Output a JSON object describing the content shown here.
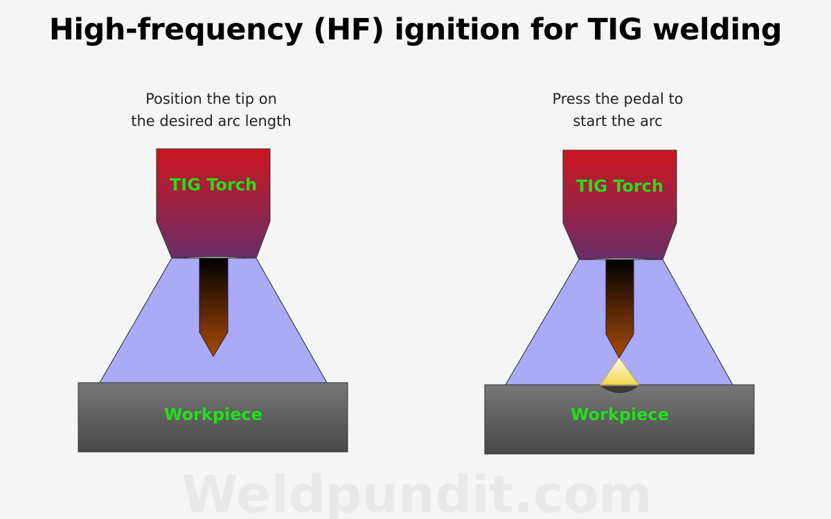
{
  "title": "High-frequency (HF) ignition for TIG welding",
  "steps": [
    {
      "caption_line1": "Position the tip on",
      "caption_line2": "the desired arc length",
      "torch_label": "TIG Torch",
      "workpiece_label": "Workpiece"
    },
    {
      "caption_line1": "Press the pedal to",
      "caption_line2": "start the arc",
      "torch_label": "TIG Torch",
      "workpiece_label": "Workpiece"
    }
  ],
  "watermark": "Weldpundit.com",
  "colors": {
    "torch_top": "#cc1520",
    "torch_bottom": "#6a2e66",
    "gas_shield": "#aaaaf8",
    "electrode_top": "#000000",
    "electrode_bottom": "#a84a08",
    "workpiece_top": "#707070",
    "workpiece_bottom": "#4a4a4a",
    "label_green": "#22e01a",
    "arc_yellow": "#f2e05a"
  }
}
